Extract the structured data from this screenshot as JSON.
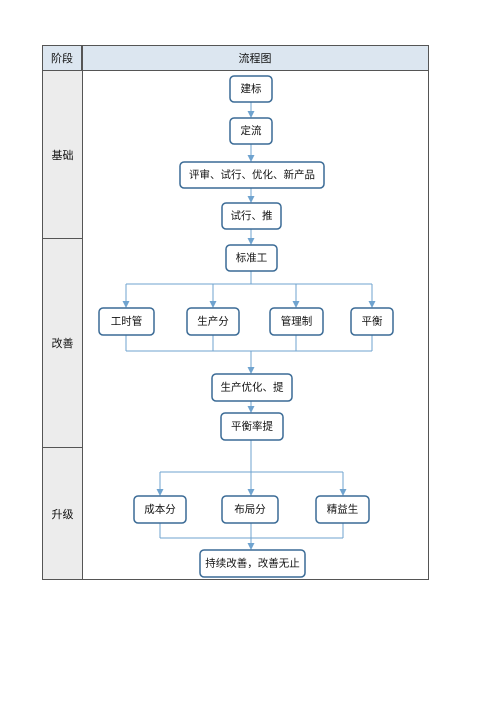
{
  "header": {
    "stage_label": "阶段",
    "flow_label": "流程图"
  },
  "stages": [
    {
      "label": "基础"
    },
    {
      "label": "改善"
    },
    {
      "label": "升级"
    }
  ],
  "nodes": {
    "n1": "建标",
    "n2": "定流",
    "n3": "评审、试行、优化、新产品",
    "n4": "试行、推",
    "n5": "标准工",
    "n6a": "工时管",
    "n6b": "生产分",
    "n6c": "管理制",
    "n6d": "平衡",
    "n7": "生产优化、提",
    "n8": "平衡率提",
    "n9a": "成本分",
    "n9b": "布局分",
    "n9c": "精益生",
    "n10": "持续改善，改善无止"
  },
  "colors": {
    "line": "#6fa3cf",
    "node_border": "#3a6a95",
    "header_bg": "#dce6f0",
    "stage_bg": "#ececec"
  }
}
